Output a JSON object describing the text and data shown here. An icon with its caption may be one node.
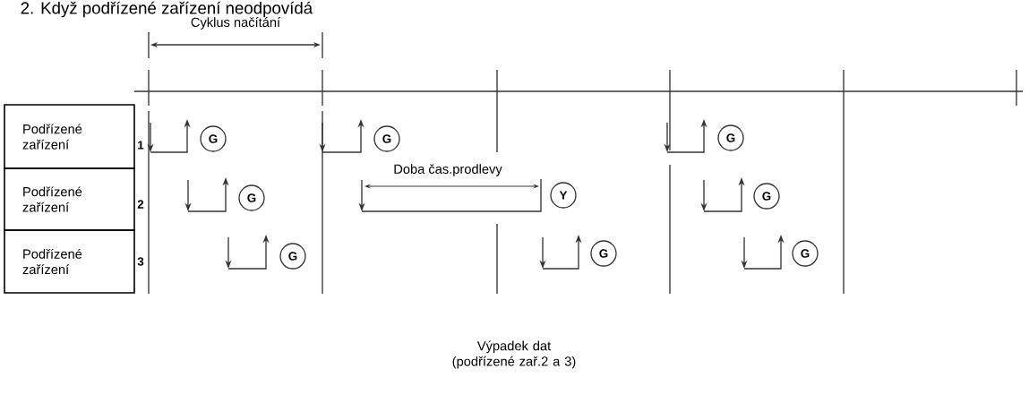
{
  "diagram": {
    "title": "2. Když podřízené zařízení neodpovídá",
    "nodes": [
      {
        "text": [
          "Podřízené zařízení"
        ]
      },
      {
        "text": [
          "Podřízené zařízení"
        ]
      },
      {
        "text": [
          "Podřízené zařízení"
        ]
      },
      {
        "text": [
          "G"
        ]
      },
      {
        "text": [
          "G"
        ]
      },
      {
        "text": [
          "G"
        ]
      },
      {
        "text": [
          "G"
        ]
      },
      {
        "text": [
          "Y"
        ]
      },
      {
        "text": [
          "G"
        ]
      },
      {
        "text": [
          "G"
        ]
      },
      {
        "text": [
          "G"
        ]
      },
      {
        "text": [
          "G"
        ]
      }
    ],
    "labels": [
      "Cyklus načítání",
      "1",
      "Doba čas.prodlevy",
      "2",
      "3",
      "Výpadek dat (podřízené zař.2 a 3)"
    ]
  }
}
